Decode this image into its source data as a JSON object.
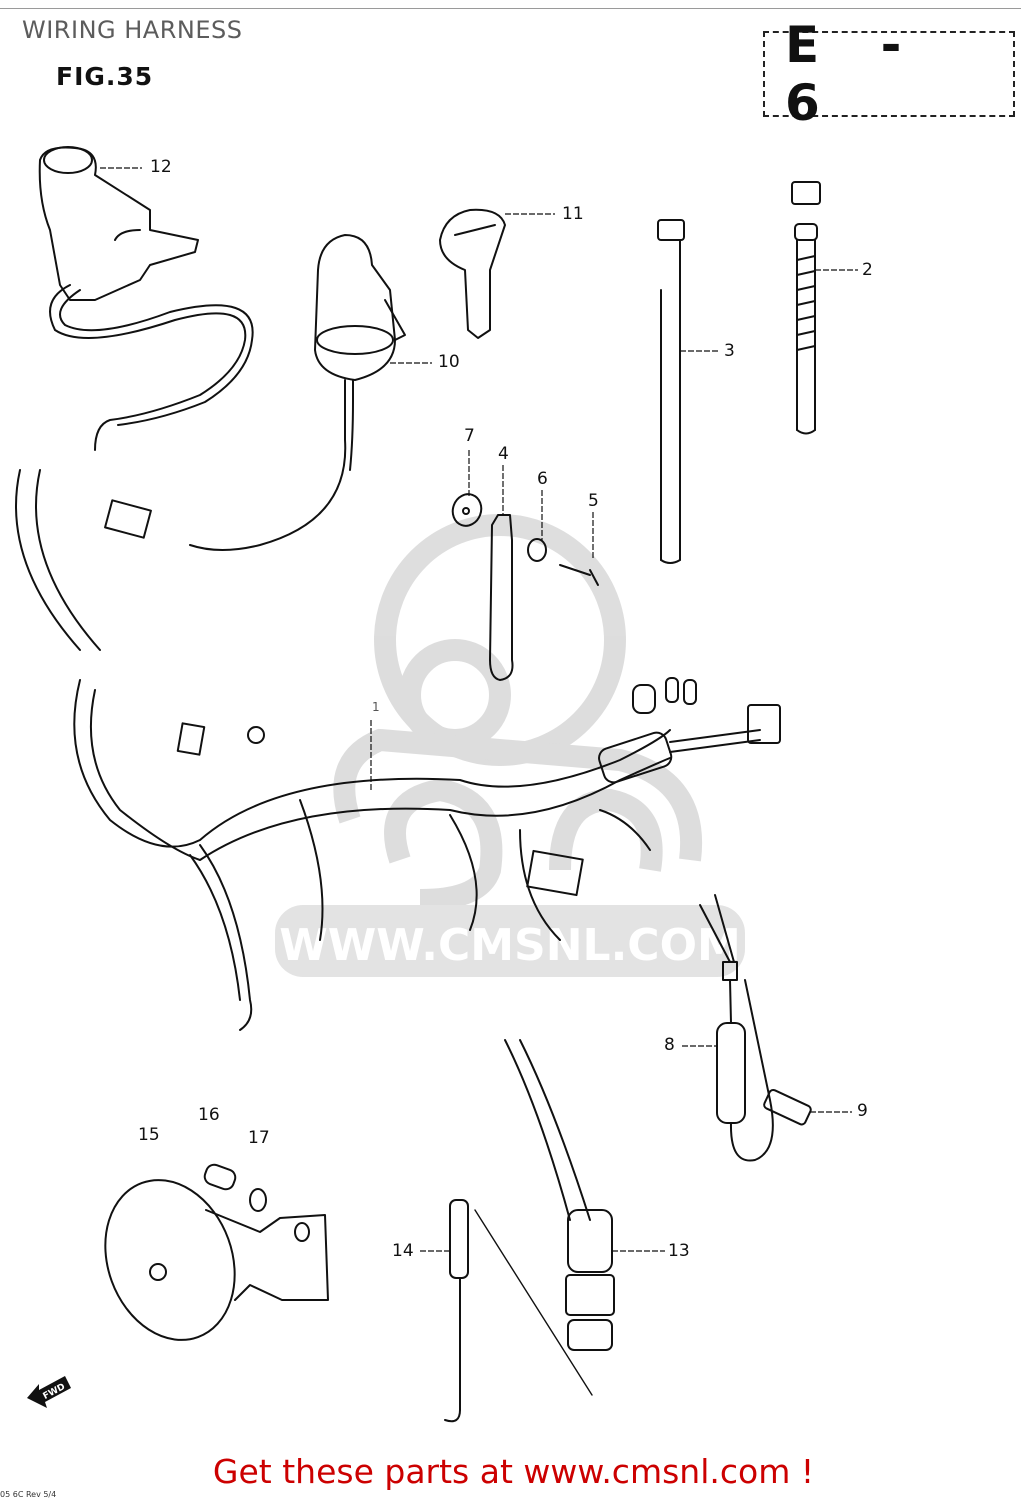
{
  "header": {
    "title": "WIRING HARNESS",
    "figure": "FIG.35",
    "section_code": "E - 6"
  },
  "diagram": {
    "watermark": {
      "text": "WWW.CMSNL.COM",
      "logo": "cms-mascot-logo",
      "color": "#d9d9d9"
    },
    "direction_marker": "FWD",
    "callouts": [
      {
        "number": "1",
        "part": "wiring-harness"
      },
      {
        "number": "2",
        "part": "cable-tie"
      },
      {
        "number": "3",
        "part": "cable-tie-long"
      },
      {
        "number": "4",
        "part": "clamp"
      },
      {
        "number": "5",
        "part": "screw"
      },
      {
        "number": "6",
        "part": "washer"
      },
      {
        "number": "7",
        "part": "washer-large"
      },
      {
        "number": "8",
        "part": "fuse-holder"
      },
      {
        "number": "9",
        "part": "ground-terminal"
      },
      {
        "number": "10",
        "part": "ignition-switch"
      },
      {
        "number": "11",
        "part": "key"
      },
      {
        "number": "12",
        "part": "handlebar-switch"
      },
      {
        "number": "13",
        "part": "neutral-switch-boot"
      },
      {
        "number": "14",
        "part": "spring"
      },
      {
        "number": "15",
        "part": "horn"
      },
      {
        "number": "16",
        "part": "spacer"
      },
      {
        "number": "17",
        "part": "washer-horn"
      }
    ],
    "bottom_ref": "05 6C Rev 5/4"
  },
  "footer": {
    "link_text": "Get these parts at www.cmsnl.com !",
    "link_color": "#cc0000"
  }
}
